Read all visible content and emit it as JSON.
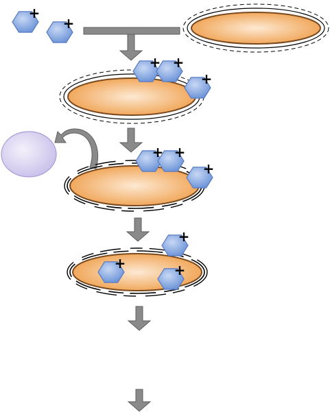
{
  "diagram": {
    "title": "",
    "charge_label": "+",
    "colors": {
      "background": "#ffffff",
      "cell_fill_edge": "#f1a85c",
      "cell_fill_center": "#fde9d3",
      "cell_stroke": "#7a4a1e",
      "peptide_fill_edge": "#6f96d9",
      "peptide_fill_center": "#c8d8f4",
      "peptide_stroke": "#5a7bc0",
      "arrow_fill": "#8a8a8a",
      "arrow_stroke": "#5f5f5f",
      "vesicle_fill_center": "#f4f1fb",
      "vesicle_fill_edge": "#c9c0ea",
      "vesicle_stroke": "#a89ad6",
      "membrane_line": "#000000",
      "charge_color": "#000000"
    },
    "steps": [
      {
        "id": "step-1",
        "cell_state": "intact-membrane",
        "peptides_free": 2,
        "peptides_bound": 0
      },
      {
        "id": "step-2",
        "cell_state": "peptide-attachment",
        "peptides_free": 0,
        "peptides_bound": 3
      },
      {
        "id": "step-3",
        "cell_state": "membrane-displacement",
        "peptides_free": 0,
        "peptides_bound": 3,
        "released_vesicle": true
      },
      {
        "id": "step-4",
        "cell_state": "peptide-entry",
        "peptides_free": 0,
        "peptides_bound": 3
      },
      {
        "id": "step-5",
        "cell_state": "",
        "peptides_free": 0,
        "peptides_bound": 0
      },
      {
        "id": "step-6",
        "cell_state": "",
        "peptides_free": 0,
        "peptides_bound": 0
      }
    ]
  }
}
